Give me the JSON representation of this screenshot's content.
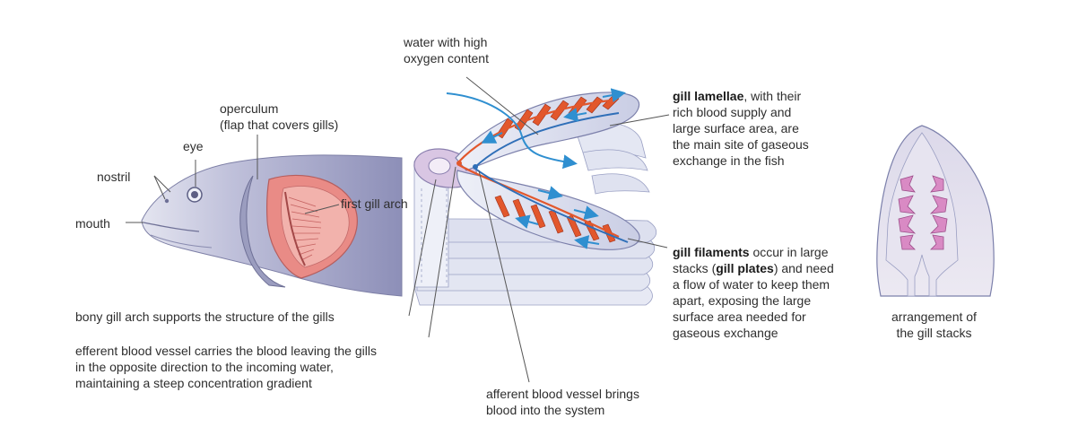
{
  "labels": {
    "water": [
      "water with high",
      "oxygen content"
    ],
    "operculum": [
      "operculum",
      "(flap that covers gills)"
    ],
    "eye": "eye",
    "nostril": "nostril",
    "mouth": "mouth",
    "first_gill_arch": "first gill arch",
    "lamellae": {
      "bold": "gill lamellae",
      "rest": ", with their",
      "lines": [
        "rich blood supply and",
        "large surface area, are",
        "the main site of gaseous",
        "exchange in the fish"
      ]
    },
    "filaments": {
      "bold1": "gill filaments",
      "rest1": " occur in large",
      "line2_pre": "stacks (",
      "bold2": "gill plates",
      "line2_post": ") and need",
      "lines": [
        "a flow of water to keep them",
        "apart, exposing the large",
        "surface area needed for",
        "gaseous exchange"
      ]
    },
    "bony_arch": "bony gill arch supports the structure of the gills",
    "efferent": [
      "efferent blood vessel carries the blood leaving the gills",
      "in the opposite direction to the incoming water,",
      "maintaining a steep concentration gradient"
    ],
    "afferent": [
      "afferent blood vessel brings",
      "blood into the system"
    ],
    "arrangement": [
      "arrangement of",
      "the gill stacks"
    ]
  },
  "colors": {
    "fish_body": "#b9bad6",
    "gill_tissue": "#e98b86",
    "water_flow": "#2f8fd0",
    "efferent_vessel": "#e2572c",
    "filament_plate": "#cfd3e8",
    "stack_pink": "#d98ac4"
  }
}
